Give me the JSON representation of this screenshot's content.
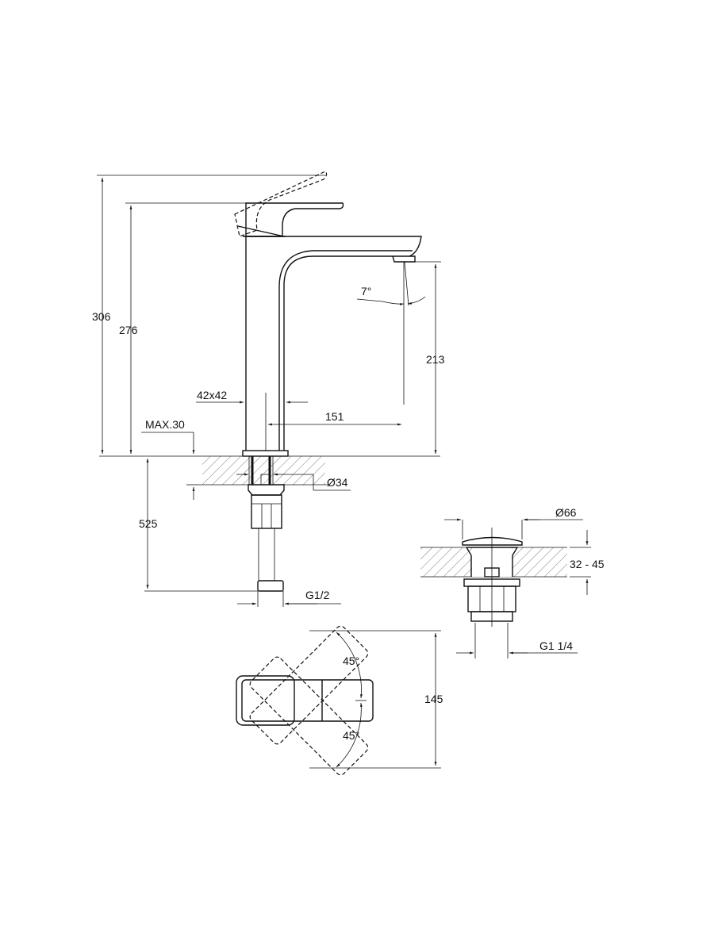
{
  "dimensions": {
    "total_height": "306",
    "body_height": "276",
    "spout_height": "213",
    "body_section": "42x42",
    "spout_reach": "151",
    "deck_thickness": "MAX.30",
    "hole_diameter": "Ø34",
    "hose_length": "525",
    "hose_thread": "G1/2",
    "spout_angle": "7°",
    "waste_diameter": "Ø66",
    "waste_deck": "32 - 45",
    "waste_thread": "G1 1/4",
    "lever_angle_top": "45°",
    "lever_angle_bottom": "45°",
    "lever_span": "145"
  }
}
